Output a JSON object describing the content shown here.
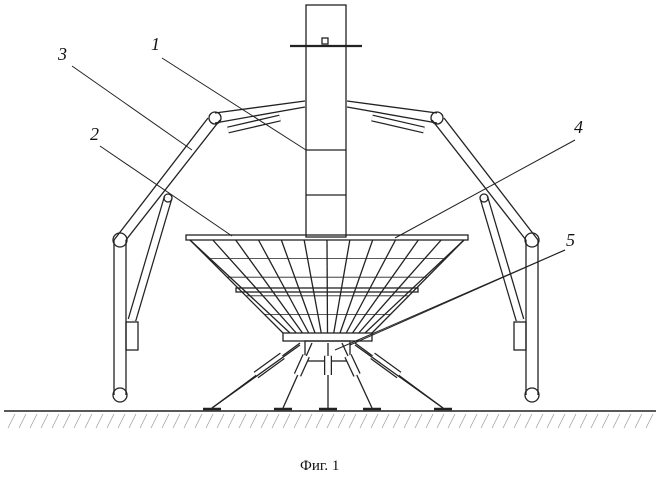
{
  "labels": {
    "l1": "1",
    "l2": "2",
    "l3": "3",
    "l4": "4",
    "l5": "5"
  },
  "caption": "Фиг. 1"
}
